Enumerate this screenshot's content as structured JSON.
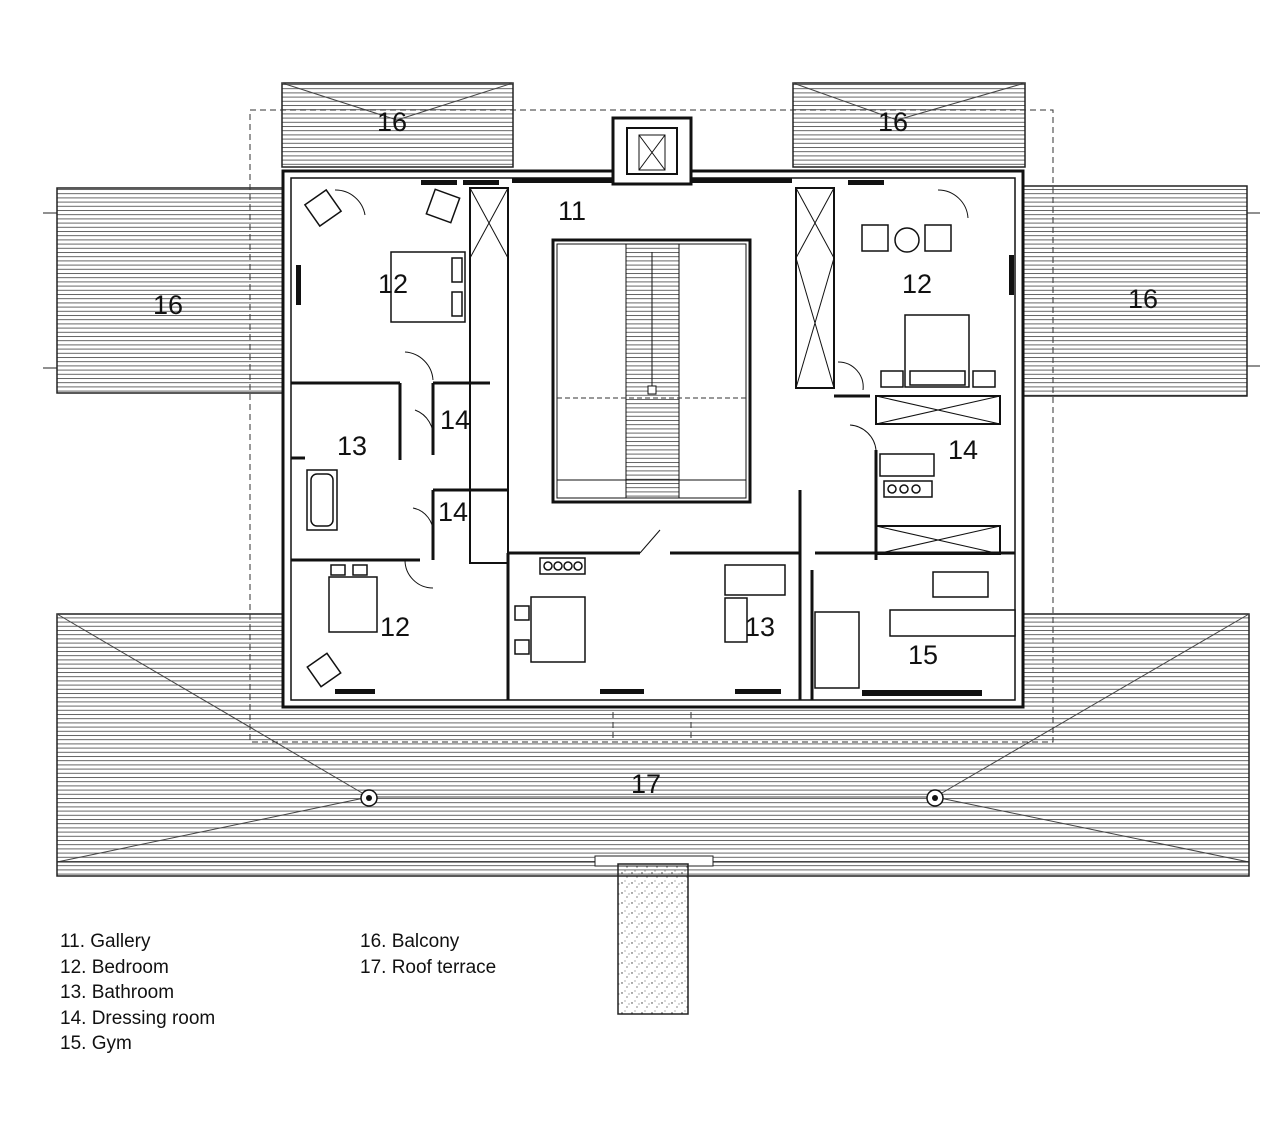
{
  "labels": {
    "gallery": "11",
    "bedroom_nw": "12",
    "bedroom_ne": "12",
    "bedroom_sw": "12",
    "bathroom_w": "13",
    "bathroom_s": "13",
    "dressing_w1": "14",
    "dressing_w2": "14",
    "dressing_e": "14",
    "gym": "15",
    "balcony_nw": "16",
    "balcony_ne": "16",
    "balcony_w": "16",
    "balcony_e": "16",
    "roof_terrace": "17"
  },
  "legend": {
    "left": [
      "11. Gallery",
      "12. Bedroom",
      "13. Bathroom",
      "14. Dressing room",
      "15. Gym"
    ],
    "right": [
      "16. Balcony",
      "17. Roof terrace"
    ]
  }
}
